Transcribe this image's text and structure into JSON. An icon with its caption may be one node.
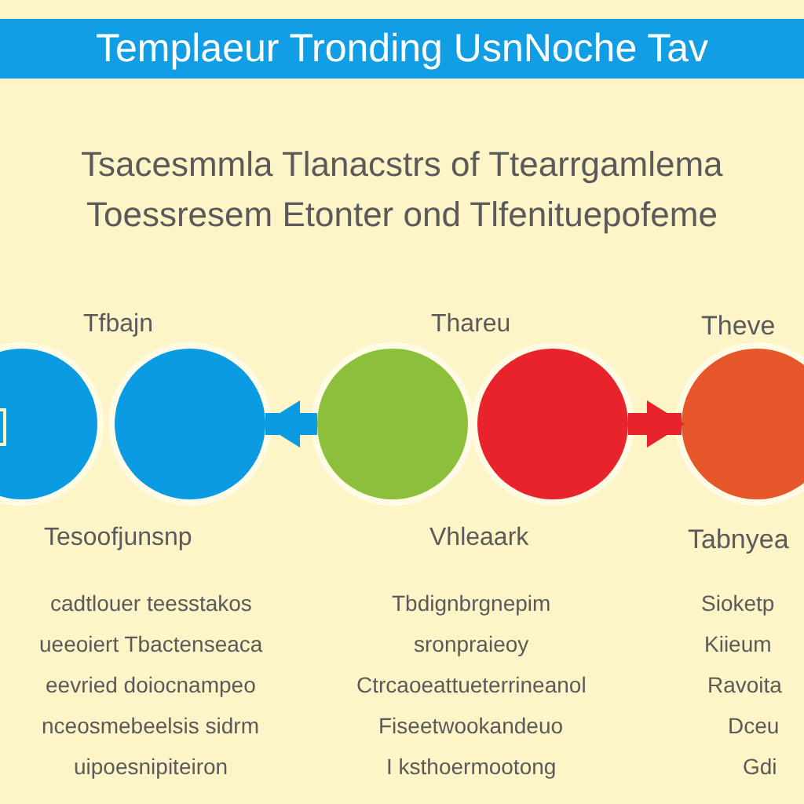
{
  "diagram": {
    "title": "Templaeur Tronding UsnNoche Tav",
    "nodes": [
      {
        "text": [],
        "shape": "circle"
      },
      {
        "text": [],
        "shape": "circle"
      },
      {
        "text": [],
        "shape": "circle"
      },
      {
        "text": [],
        "shape": "circle"
      },
      {
        "text": [],
        "shape": "circle"
      }
    ],
    "edges": [
      {
        "from": 2,
        "to": 1,
        "arrow": "to",
        "color": "#0a9be3"
      },
      {
        "from": 3,
        "to": 4,
        "arrow": "to",
        "color": "#e8232b"
      }
    ],
    "labels": [
      "Tsacesmmla Tlanacstrs of Ttearrgamlema",
      "Toessresem Etonter ond Tlfenituepofeme",
      "Tfbajn",
      "Thareu",
      "Theve",
      "Tesoofjunsnp",
      "Vhleaark",
      "Tabnyea",
      "cadtlouer teesstakos",
      "ueeoiert Tbactenseaca",
      "eevried doiocnampeo",
      "nceosmebeelsis sidrm",
      "uipoesnipiteiron",
      "Tbdignbrgnepim",
      "sronpraieoy",
      "Ctrcaoeattueterrineanol",
      "Fiseetwookandeuo",
      "I ksthoermootong",
      "Sioketp",
      "Kiieum",
      "Ravoita",
      "Dceu",
      "Gdi"
    ]
  }
}
